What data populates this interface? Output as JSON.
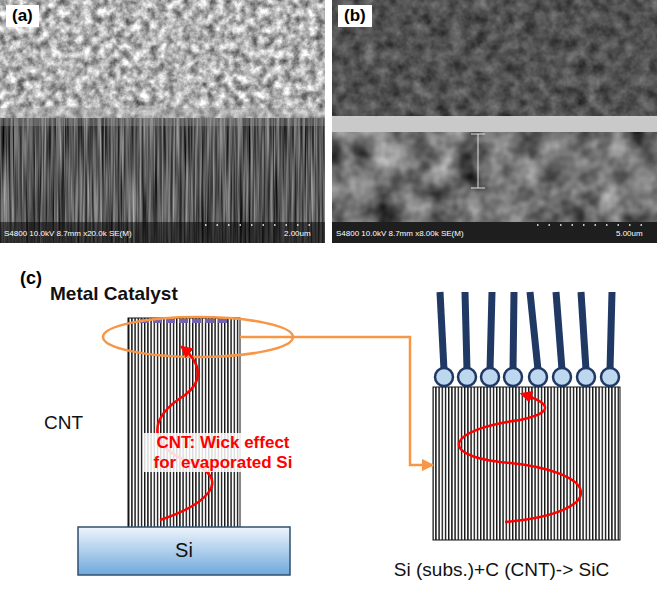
{
  "diagram": {
    "nodes": [
      {
        "text": [
          "(a)",
          "S4800 10.0kV 8.7mm x20.0k SE(M)",
          "2.00um"
        ]
      },
      {
        "text": [
          "(b)",
          "S4800 10.0kV 8.7mm x8.00k SE(M)",
          "5.00um"
        ]
      },
      {
        "text": [
          "CNT"
        ]
      },
      {
        "text": [
          "Si"
        ]
      },
      {
        "text": [
          "Si (subs.)+C (CNT)-> SiC"
        ]
      }
    ],
    "edges": [
      {
        "from": 2,
        "to": 4,
        "arrow": "to"
      }
    ],
    "labels": [
      "(c)",
      "Metal Catalyst",
      "CNT: Wick effect for evaporated Si"
    ]
  }
}
